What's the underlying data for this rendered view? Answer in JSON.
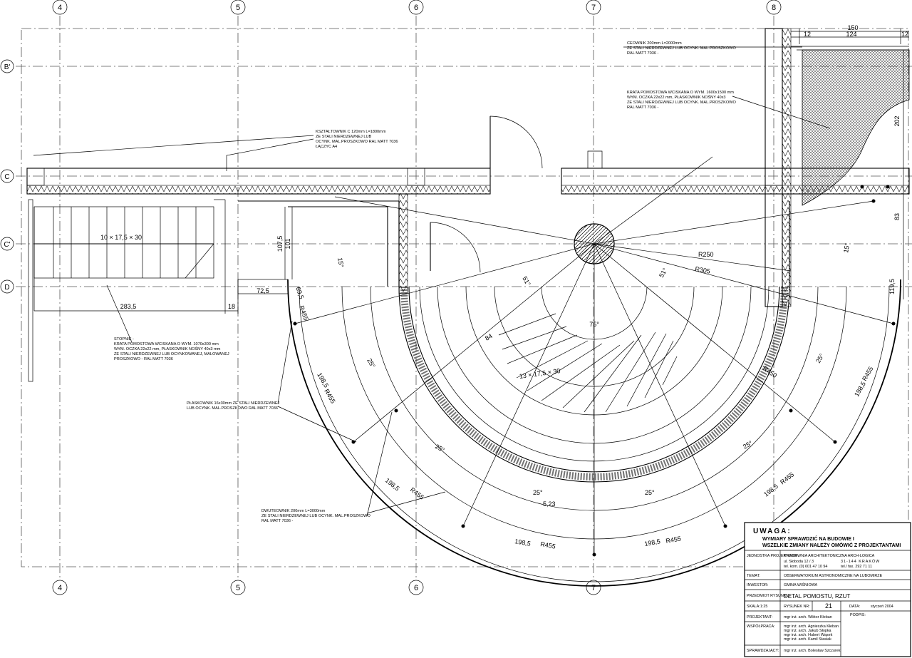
{
  "grid": {
    "columns": [
      "4",
      "5",
      "6",
      "7",
      "8"
    ],
    "rows": [
      "B'",
      "C",
      "C'",
      "D"
    ]
  },
  "dimensions": {
    "top_total": "150",
    "top_left": "12",
    "top_mid": "124",
    "top_right": "12",
    "side_202": "202",
    "side_83": "83",
    "side_1195": "119,5",
    "stair_label": "10 × 17,5 × 30",
    "d1075": "107,5",
    "d101": "101",
    "d2835": "283,5",
    "d18": "18",
    "d725": "72,5",
    "d695": "69,5",
    "r455": "R455",
    "seg": "198,5",
    "r250": "R250",
    "r305": "R305",
    "r450": "R450",
    "a15": "15°",
    "a51": "51°",
    "a75": "75°",
    "a25": "25°",
    "n84": "84",
    "spiral": "13 × 17,5 × 30",
    "level": "5,23"
  },
  "notes": {
    "n1": [
      "CEOWNIK 200mm L=2000mm",
      "ZE STALI NIERDZEWNEJ LUB OCYNK. MAL.PROSZKOWO",
      "RAL MATT 7036 -"
    ],
    "n2": [
      "KRATA POMOSTOWA WCISKANA O WYM. 1600x1500 mm",
      "WYM. OCZKA 22x22 mm, PŁASKOWNIK NOŚNY 40x3",
      "ZE STALI NIERDZEWNEJ LUB OCYNK. MAL.PROSZKOWO",
      "RAL MATT 7036 -"
    ],
    "n3": [
      "KSZTAŁTOWNIK C 120mm L=1800mm",
      "ZE STALI NIERDZEWNEJ LUB",
      "OCYNK. MAL.PROSZKOWO RAL MATT 7036",
      "ŁĄCZYC A4"
    ],
    "n4": [
      "STOPNIE -",
      "KRATA POMOSTOWA WCISKANA O WYM. 1070x300 mm",
      "WYM. OCZKA 22x22 mm, PŁASKOWNIK NOŚNY 40x3 mm",
      "ZE STALI NIERDZEWNEJ LUB OCYNKOWANEJ, MALOWANEJ",
      "PROSZKOWO - RAL MATT 7036"
    ],
    "n5": [
      "PŁASKOWNIK 16x30mm ZE STALI NIERDZEWNEJ",
      "LUB OCYNK. MAL.PROSZKOWO RAL MATT 7036"
    ],
    "n6": [
      "DWUTEOWNIK 200mm L=3000mm",
      "ZE STALI NIERDZEWNEJ LUB OCYNK. MAL.PROSZKOWO",
      "RAL MATT 7036 -"
    ]
  },
  "titleblock": {
    "uwaga": "UWAGA:",
    "warn1": "WYMIARY SPRAWDZIĆ NA BUDOWIE I",
    "warn2": "WSZELKIE ZMIANY NALEŻY OMÓWIĆ Z PROJEKTANTAMI",
    "unit_label": "JEDNOSTKA PROJEKTOWA",
    "unit_name": "PRACOWNIA ARCHITEKTONICZNA  ARCH-LOGICA",
    "unit_addr": "ul. Słoboda 12 / 3",
    "unit_city": "31-144  KRAKÓW",
    "unit_tel": "tel. kom.   (0) 601 47 10 94",
    "unit_fax": "tel./ fax.   292 71 11",
    "temat_label": "TEMAT:",
    "temat": "OBSERWATORIUM ASTRONOMICZNE NA LUBOMIRZE",
    "inwestor_label": "INWESTOR:",
    "inwestor": "GMINA WIŚNIOWA",
    "przedmiot_label": "PRZEDMIOT RYSUNKU:",
    "przedmiot": "DETAL POMOSTU, RZUT",
    "skala": "SKALA:1:25",
    "nr_label": "RYSUNEK NR:",
    "nr": "21",
    "data_label": "DATA:",
    "data": "styczeń 2004",
    "podpis_label": "PODPIS:",
    "projektant_label": "PROJEKTANT:",
    "projektant": "mgr inż. arch. Wiktor Kłeban",
    "wspolpraca_label": "WSPÓŁPRACA:",
    "wspolpraca": [
      "mgr inż. arch. Agnieszka Kłeban",
      "mgr inż. arch. Jakub Słopka",
      "mgr inż. arch. Hubert Wąsek",
      "mgr inż. arch. Kamil Stasiak"
    ],
    "sprawdzajacy_label": "SPRAWDZAJĄCY:",
    "sprawdzajacy": "mgr inż. arch. Bolesław Szczurek"
  }
}
